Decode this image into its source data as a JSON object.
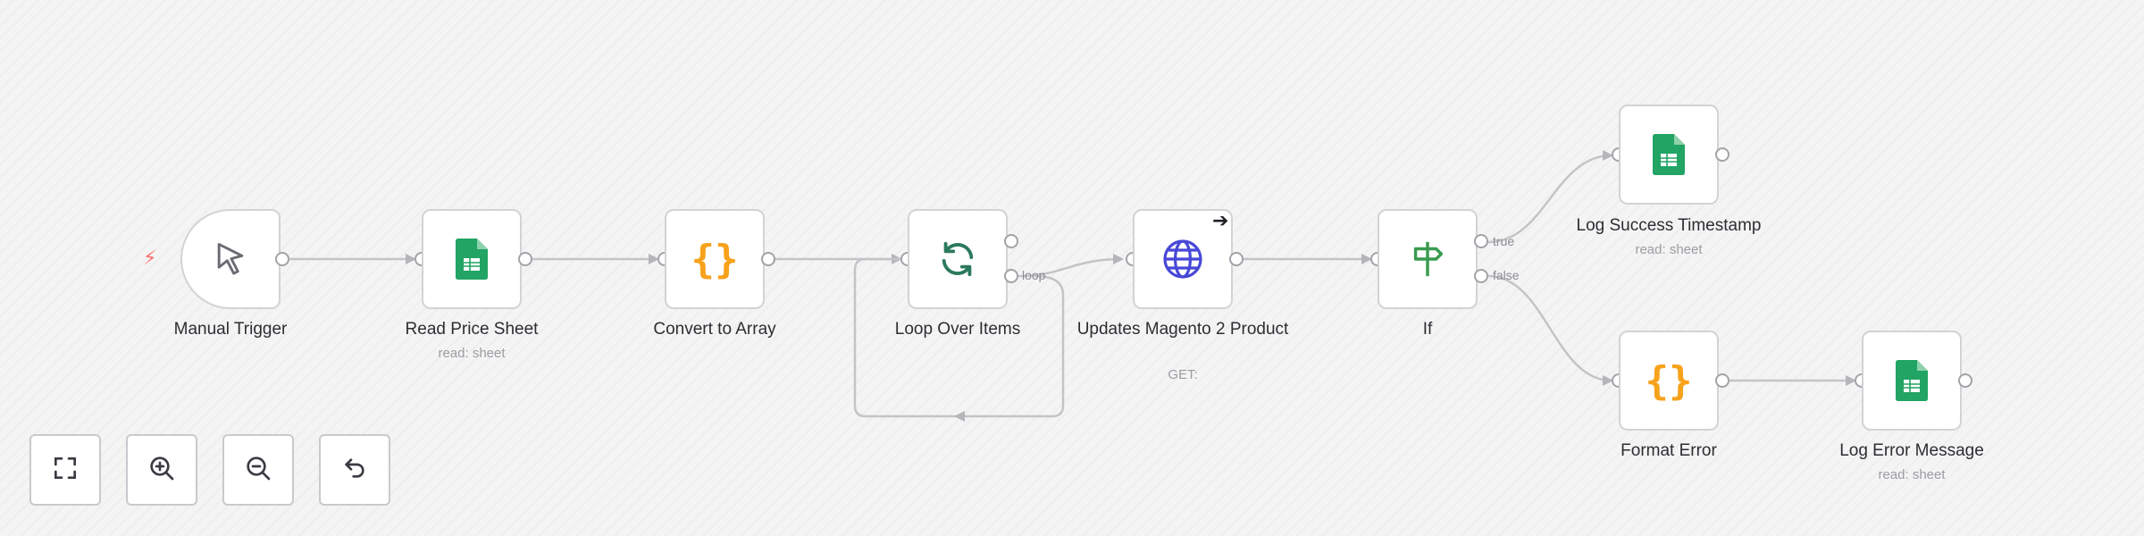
{
  "canvas": {
    "nodes": [
      {
        "title": "Manual Trigger",
        "subtitle": "",
        "icon": "cursor-icon"
      },
      {
        "title": "Read Price Sheet",
        "subtitle": "read: sheet",
        "icon": "google-sheets-icon"
      },
      {
        "title": "Convert to Array",
        "subtitle": "",
        "icon": "code-braces-icon"
      },
      {
        "title": "Loop Over Items",
        "subtitle": "",
        "icon": "loop-arrows-icon",
        "output_label": "loop"
      },
      {
        "title": "Updates Magento 2 Product",
        "subtitle": "GET:",
        "icon": "globe-icon"
      },
      {
        "title": "If",
        "subtitle": "",
        "icon": "signpost-icon",
        "output_true": "true",
        "output_false": "false"
      },
      {
        "title": "Log Success Timestamp",
        "subtitle": "read: sheet",
        "icon": "google-sheets-icon"
      },
      {
        "title": "Format Error",
        "subtitle": "",
        "icon": "code-braces-icon"
      },
      {
        "title": "Log Error Message",
        "subtitle": "read: sheet",
        "icon": "google-sheets-icon"
      }
    ]
  },
  "controls": [
    {
      "name": "fit-view",
      "icon": "fullscreen-icon"
    },
    {
      "name": "zoom-in",
      "icon": "zoom-in-icon"
    },
    {
      "name": "zoom-out",
      "icon": "zoom-out-icon"
    },
    {
      "name": "reset-zoom",
      "icon": "undo-icon"
    }
  ],
  "colors": {
    "sheets": "#21a464",
    "code": "#f7a21b",
    "loop": "#2b7a5c",
    "http": "#4747d8",
    "if": "#3a9a4e",
    "trigger_bolt": "#ff6d6d"
  }
}
